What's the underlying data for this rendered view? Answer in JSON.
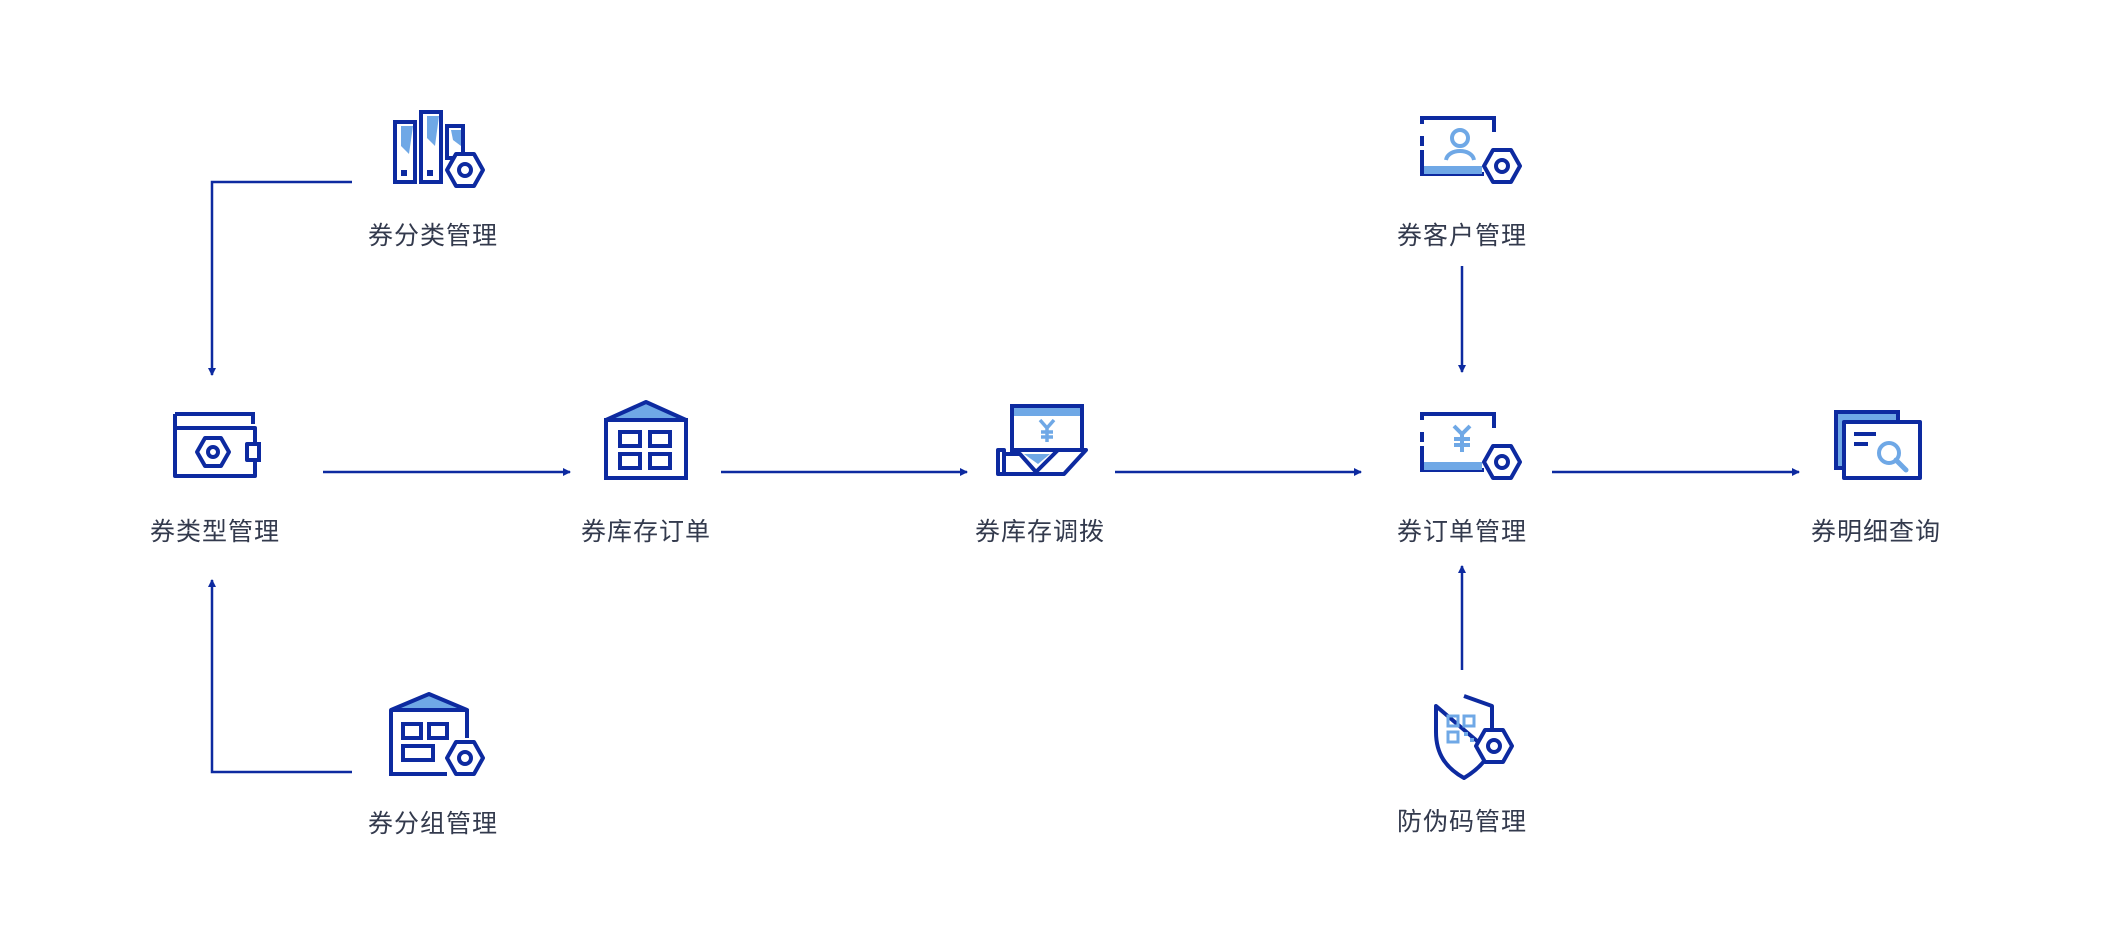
{
  "colors": {
    "primary": "#0d2aa0",
    "accent": "#6fa8e6"
  },
  "nodes": [
    {
      "id": "coupon-type",
      "label": "券类型管理",
      "icon": "wallet-gear-icon"
    },
    {
      "id": "inventory-order",
      "label": "券库存订单",
      "icon": "warehouse-icon"
    },
    {
      "id": "inventory-transfer",
      "label": "券库存调拨",
      "icon": "hand-yen-icon"
    },
    {
      "id": "order-manage",
      "label": "券订单管理",
      "icon": "yen-card-gear-icon"
    },
    {
      "id": "detail-query",
      "label": "券明细查询",
      "icon": "document-search-icon"
    },
    {
      "id": "category-manage",
      "label": "券分类管理",
      "icon": "books-gear-icon"
    },
    {
      "id": "group-manage",
      "label": "券分组管理",
      "icon": "warehouse-gear-icon"
    },
    {
      "id": "customer-manage",
      "label": "券客户管理",
      "icon": "user-card-gear-icon"
    },
    {
      "id": "anticounterfeit-manage",
      "label": "防伪码管理",
      "icon": "shield-qr-gear-icon"
    }
  ],
  "edges": [
    {
      "from": "category-manage",
      "to": "coupon-type"
    },
    {
      "from": "group-manage",
      "to": "coupon-type"
    },
    {
      "from": "coupon-type",
      "to": "inventory-order"
    },
    {
      "from": "inventory-order",
      "to": "inventory-transfer"
    },
    {
      "from": "inventory-transfer",
      "to": "order-manage"
    },
    {
      "from": "order-manage",
      "to": "detail-query"
    },
    {
      "from": "customer-manage",
      "to": "order-manage"
    },
    {
      "from": "anticounterfeit-manage",
      "to": "order-manage"
    }
  ]
}
